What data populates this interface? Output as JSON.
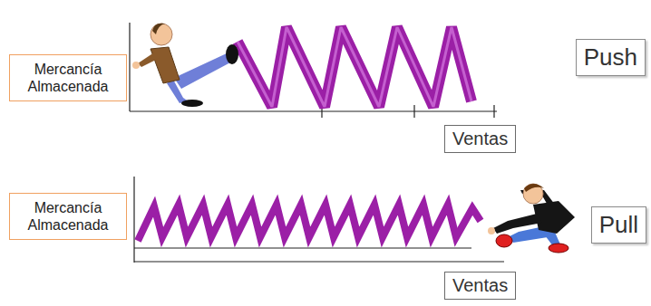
{
  "diagram": {
    "nodes": [
      {
        "text": [
          "Mercancía Almacenada"
        ]
      },
      {
        "text": [
          "Push"
        ]
      },
      {
        "text": [
          "Ventas"
        ]
      },
      {
        "text": [
          "Mercancía Almacenada"
        ]
      },
      {
        "text": [
          "Pull"
        ]
      },
      {
        "text": [
          "Ventas"
        ]
      }
    ]
  }
}
